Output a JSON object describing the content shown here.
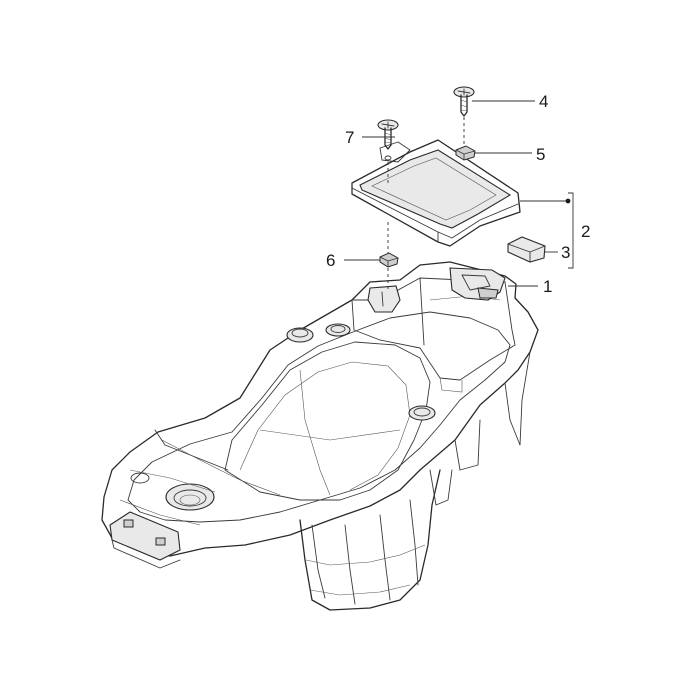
{
  "callouts": {
    "c1": "1",
    "c2": "2",
    "c3": "3",
    "c4": "4",
    "c5": "5",
    "c6": "6",
    "c7": "7"
  },
  "colors": {
    "line": "#2a2a2a",
    "background": "#ffffff"
  }
}
